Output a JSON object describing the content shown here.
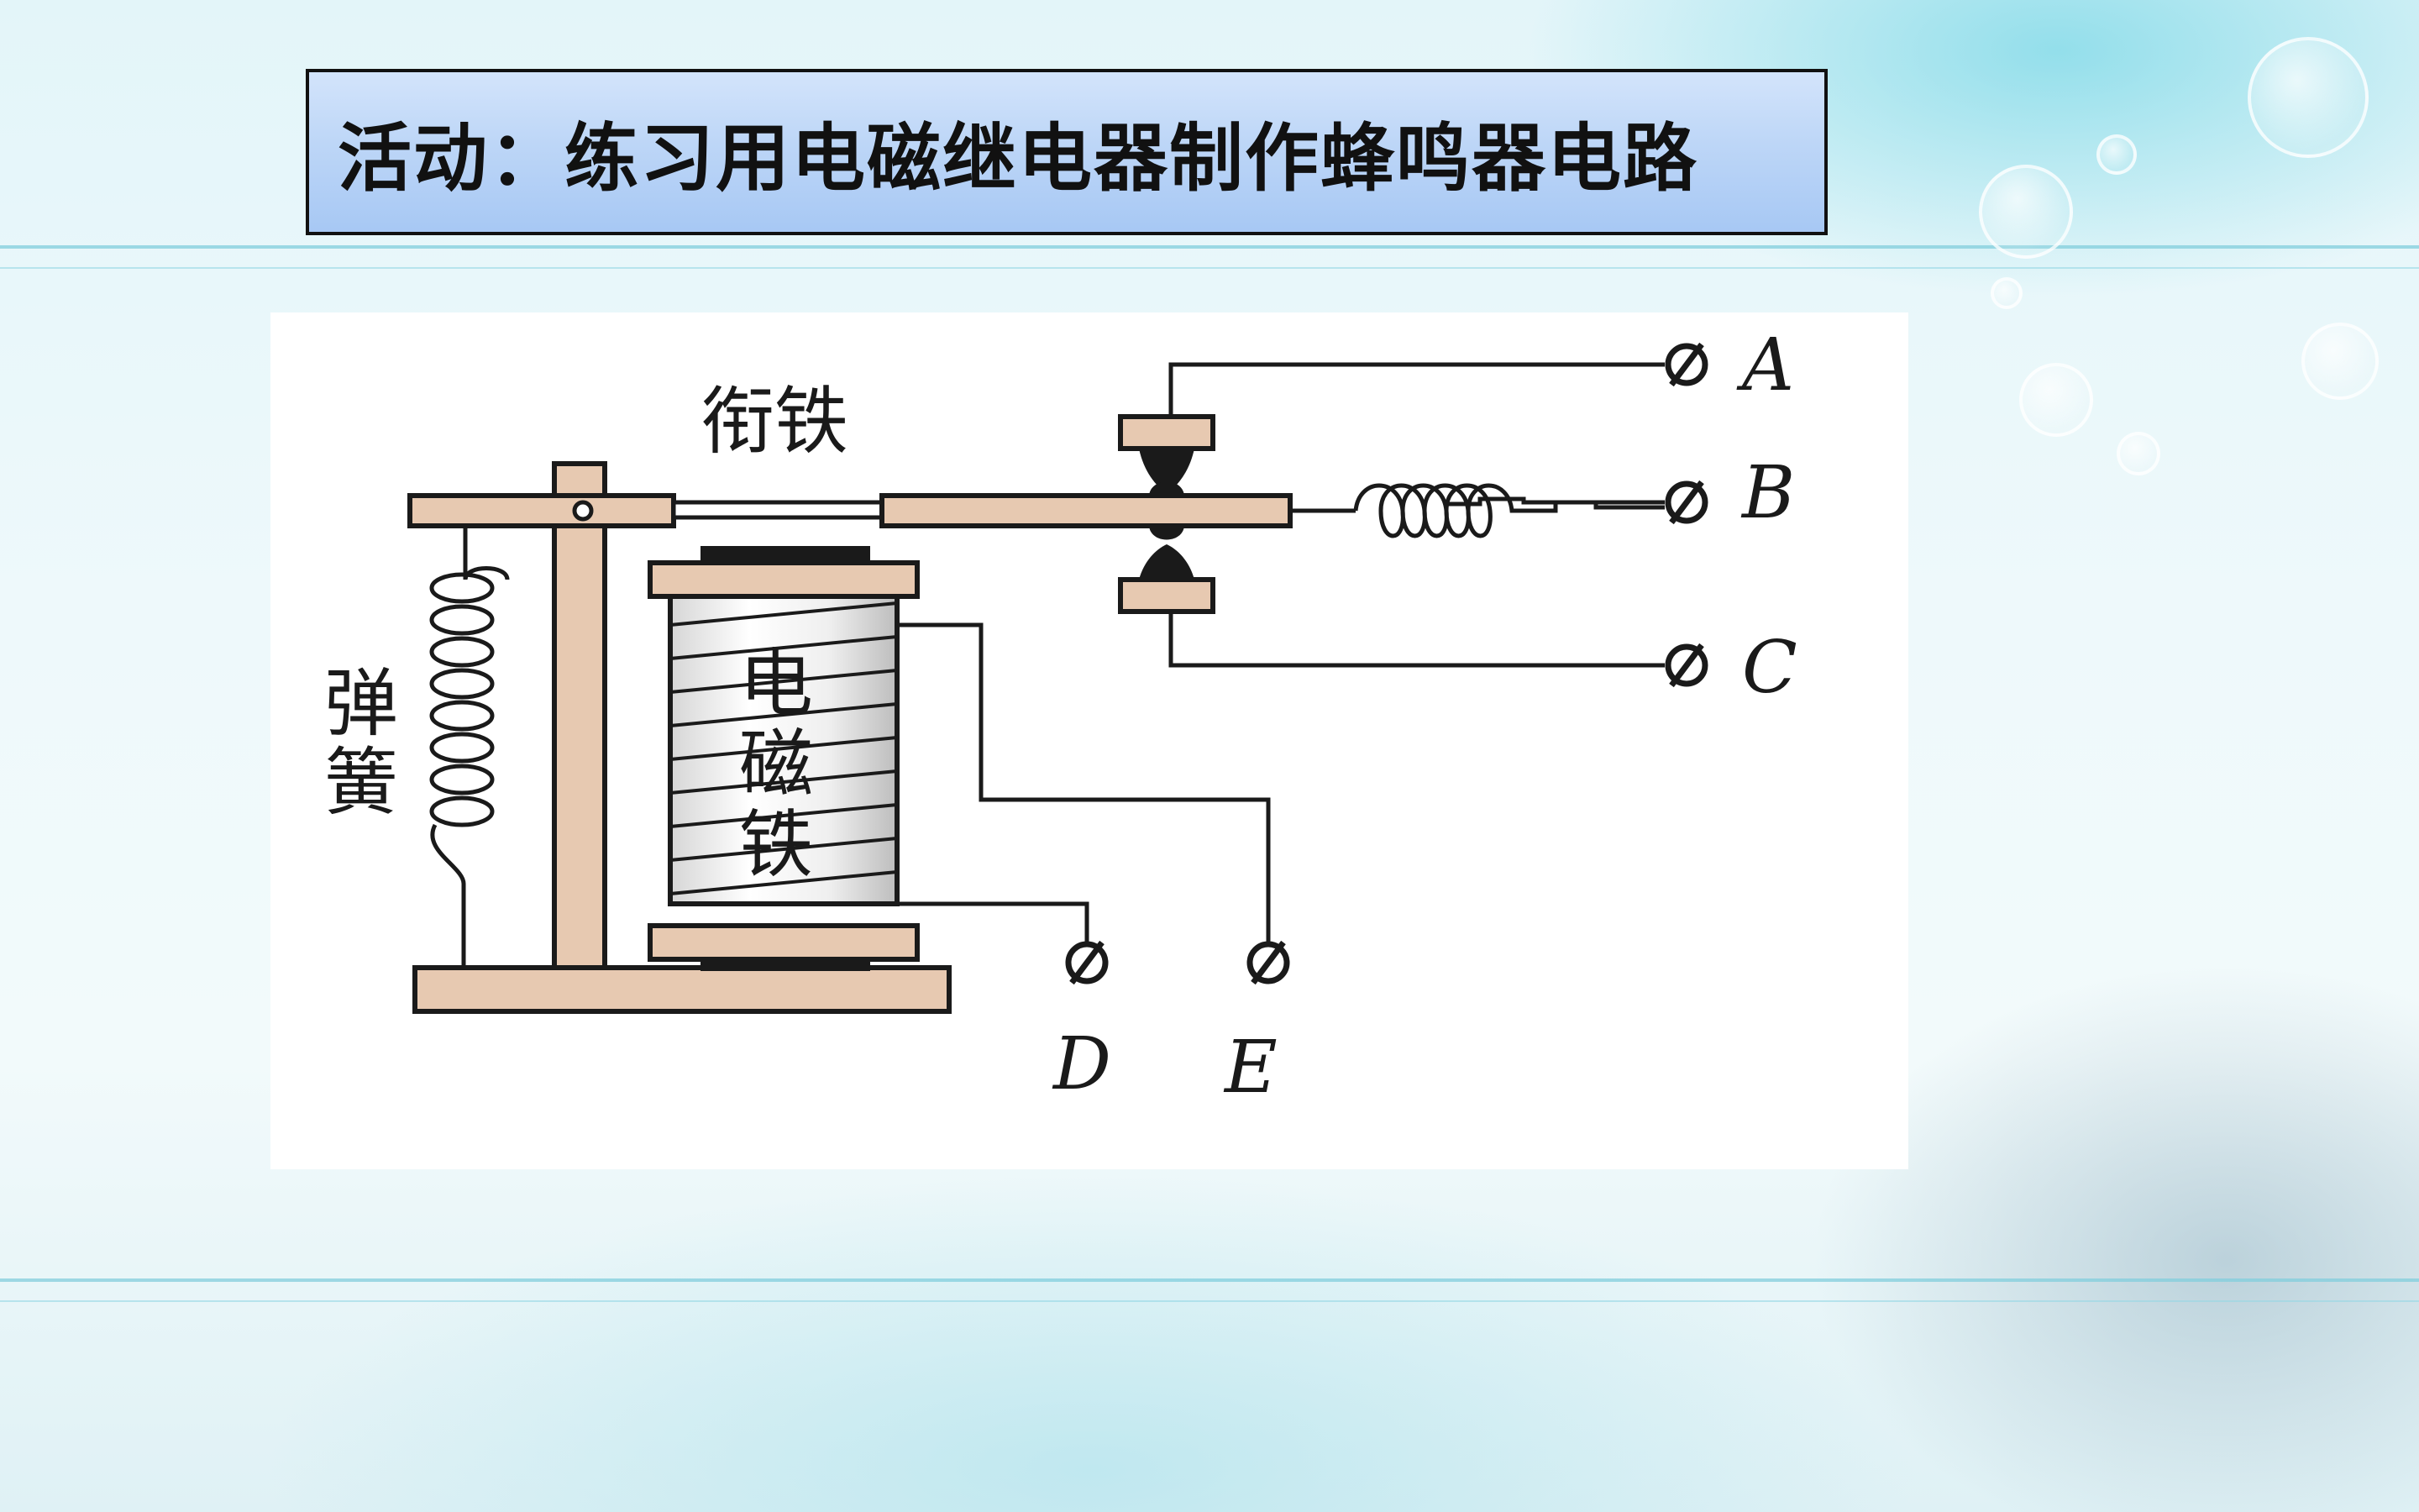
{
  "slide": {
    "title": "活动：练习用电磁继电器制作蜂鸣器电路"
  },
  "diagram": {
    "labels": {
      "armature": "衔铁",
      "spring": [
        "弹",
        "簧"
      ],
      "electromagnet": [
        "电",
        "磁",
        "铁"
      ]
    },
    "terminals": [
      "A",
      "B",
      "C",
      "D",
      "E"
    ]
  },
  "colors": {
    "wood": "#e7c9b1",
    "outline": "#1a1a1a",
    "title_box": "#bdd6f7"
  }
}
